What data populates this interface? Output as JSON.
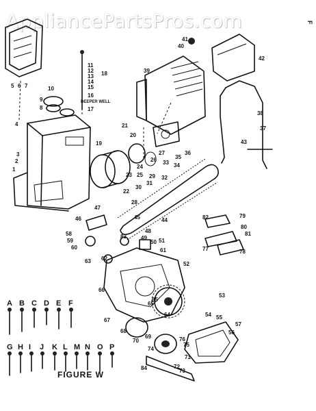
{
  "watermark": "AppliancePartsPros.com",
  "figure_caption": "FIGURE W",
  "side_mark": "F",
  "depth_note": "DEEPER WELL",
  "fastener_letters_row1": [
    "A",
    "B",
    "C",
    "D",
    "E",
    "F"
  ],
  "fastener_letters_row2": [
    "G",
    "H",
    "I",
    "J",
    "K",
    "L",
    "M",
    "N",
    "O",
    "P"
  ],
  "callouts": [
    "1",
    "2",
    "3",
    "4",
    "5",
    "6",
    "7",
    "8",
    "9",
    "10",
    "11",
    "12",
    "13",
    "14",
    "15",
    "16",
    "17",
    "18",
    "19",
    "20",
    "21",
    "22",
    "23",
    "24",
    "25",
    "26",
    "27",
    "28",
    "29",
    "30",
    "31",
    "32",
    "33",
    "34",
    "35",
    "36",
    "37",
    "38",
    "39",
    "40",
    "41",
    "42",
    "43",
    "44",
    "45",
    "46",
    "47",
    "48",
    "49",
    "50",
    "51",
    "52",
    "53",
    "54",
    "55",
    "56",
    "57",
    "58",
    "59",
    "60",
    "61",
    "62",
    "63",
    "64",
    "65",
    "66",
    "67",
    "68",
    "69",
    "70",
    "71",
    "72",
    "73",
    "74",
    "75",
    "76",
    "77",
    "78",
    "79",
    "80",
    "81",
    "82",
    "83",
    "84",
    "85"
  ]
}
